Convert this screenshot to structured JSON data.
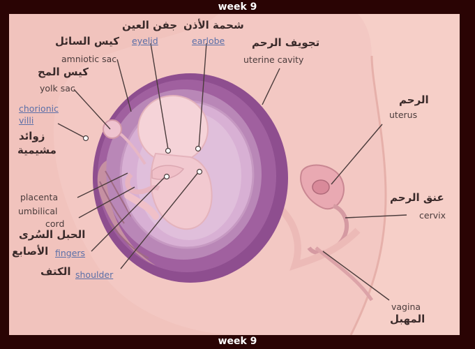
{
  "header": {
    "title": "week 9"
  },
  "footer": {
    "title": "week 9"
  },
  "labels": {
    "amniotic_sac_ar": "كيس السائل",
    "amniotic_sac_en": "amniotic sac",
    "yolk_sac_ar": "كيس المح",
    "yolk_sac_en": "yolk sac",
    "chorionic_villi_en_1": "chorionic",
    "chorionic_villi_en_2": "villi",
    "chorionic_villi_ar_1": "زوائد",
    "chorionic_villi_ar_2": "مشيمية",
    "placenta_en": "placenta",
    "umbilical_cord_en_1": "umbilical",
    "umbilical_cord_en_2": "cord",
    "umbilical_cord_ar": "الحبل السُرى",
    "fingers_en": "fingers",
    "fingers_ar": "الأصابع",
    "shoulder_ar": "الكتف",
    "shoulder_en": "shoulder",
    "eyelid_ar": "جفن العين",
    "eyelid_en": "eyelid",
    "earlobe_ar": "شحمة الأذن",
    "earlobe_en": "earlobe",
    "uterine_cavity_ar": "تجويف الرحم",
    "uterine_cavity_en": "uterine cavity",
    "uterus_ar": "الرحم",
    "uterus_en": "uterus",
    "cervix_ar": "عنق الرحم",
    "cervix_en": "cervix",
    "vagina_en": "vagina",
    "vagina_ar": "المهبل"
  },
  "colors": {
    "background": "#f3c8c3",
    "frame": "#2a0404",
    "uterus_wall": "#8e4e8f",
    "amniotic_fluid": "#c9a0c6",
    "embryo": "#f0c7cc",
    "leader_line": "#4a3b3b",
    "link_text": "#5b6fa8"
  }
}
